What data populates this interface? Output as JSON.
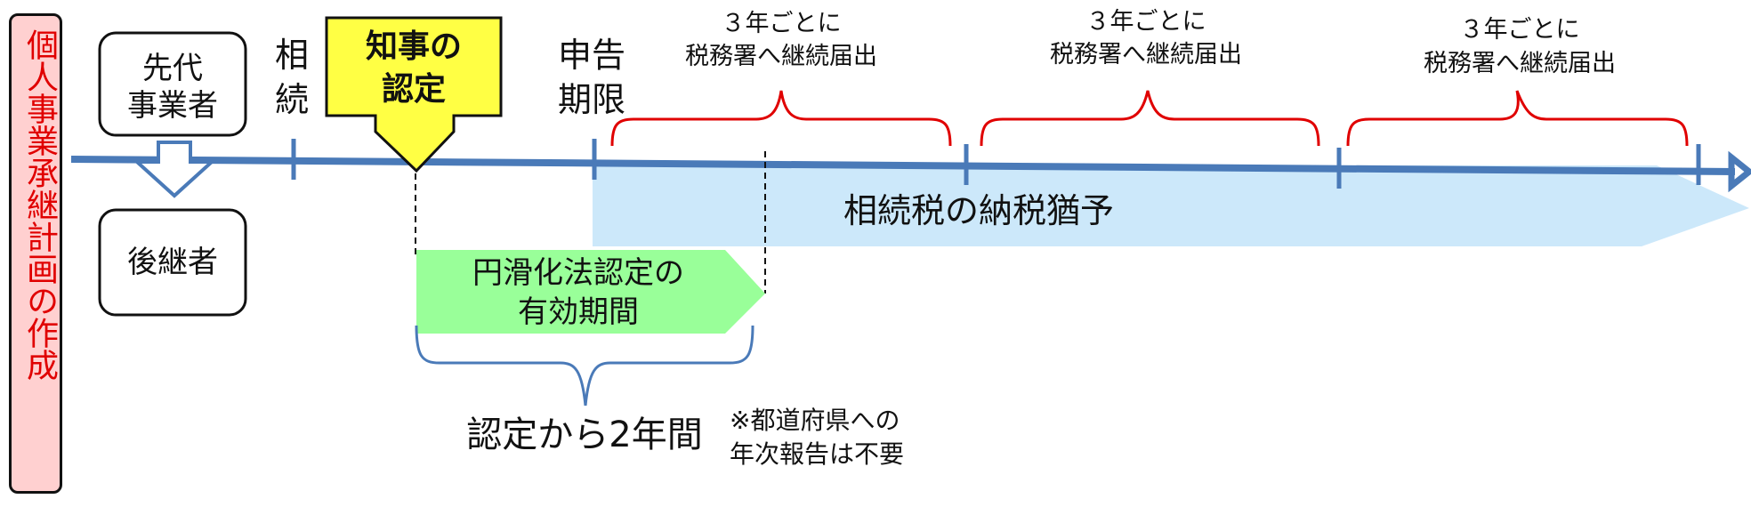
{
  "left_panel": {
    "label": "個人事業承継計画の作成"
  },
  "predecessor": {
    "line1": "先代",
    "line2": "事業者"
  },
  "successor": {
    "label": "後継者"
  },
  "events": {
    "inheritance": {
      "line1": "相",
      "line2": "続"
    },
    "governor_certification": {
      "line1": "知事の",
      "line2": "認定"
    },
    "filing_deadline": {
      "line1": "申告",
      "line2": "期限"
    }
  },
  "periodic_filings": [
    {
      "line1": "３年ごとに",
      "line2": "税務署へ継続届出"
    },
    {
      "line1": "３年ごとに",
      "line2": "税務署へ継続届出"
    },
    {
      "line1": "３年ごとに",
      "line2": "税務署へ継続届出"
    }
  ],
  "tax_deferral": {
    "label": "相続税の納税猶予"
  },
  "certification_validity": {
    "line1": "円滑化法認定の",
    "line2": "有効期間"
  },
  "duration": {
    "label": "認定から2年間"
  },
  "note": {
    "line1": "※都道府県への",
    "line2": "年次報告は不要"
  },
  "colors": {
    "timeline": "#4a7ab8",
    "brace_red": "#e00000",
    "brace_blue": "#4a7ab8",
    "left_panel_bg": "#ffd0d0",
    "left_panel_text": "#e00000",
    "governor_box": "#ffff44",
    "validity_bar": "#99ff99",
    "deferral_bar": "#cce8fa"
  }
}
